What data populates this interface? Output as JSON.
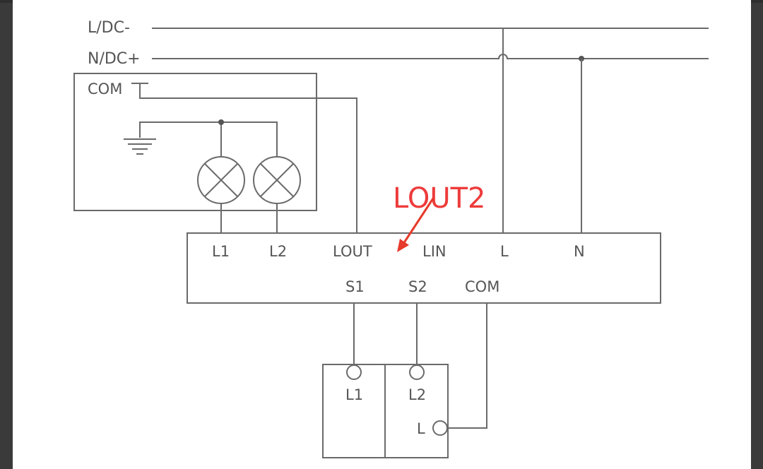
{
  "rails": {
    "top_label": "L/DC-",
    "bottom_label": "N/DC+"
  },
  "load_box": {
    "com_label": "COM"
  },
  "module": {
    "top_terminals": [
      "L1",
      "L2",
      "LOUT",
      "LIN",
      "L",
      "N"
    ],
    "bottom_terminals": [
      "S1",
      "S2",
      "COM"
    ]
  },
  "switch_panel": {
    "terminal_left": "L1",
    "terminal_right": "L2",
    "terminal_common": "L"
  },
  "annotation": {
    "text": "LOUT2",
    "color": "#ee3b3b"
  }
}
